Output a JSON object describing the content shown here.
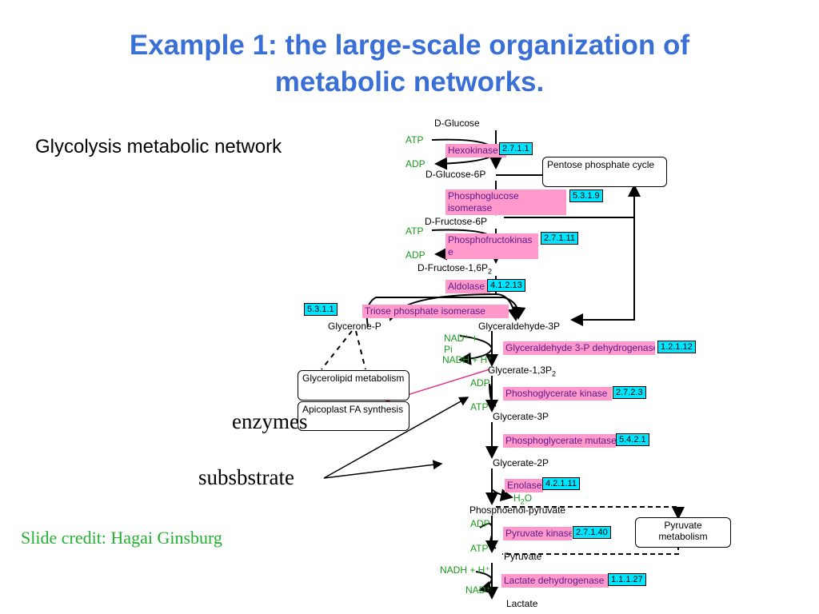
{
  "slide": {
    "title_line1": "Example 1: the large-scale organization of",
    "title_line2": "metabolic networks.",
    "subtitle": "Glycolysis metabolic network",
    "enzymes_label": "enzymes",
    "substrate_label": "subsbstrate",
    "credit": "Slide credit: Hagai Ginsburg"
  },
  "metabolites": {
    "d_glucose": "D-Glucose",
    "d_glucose_6p": "D-Glucose-6P",
    "d_fructose_6p": "D-Fructose-6P",
    "d_fructose_16p2": "D-Fructose-1,6P",
    "glycerone_p": "Glycerone-P",
    "glyceraldehyde_3p": "Glyceraldehyde-3P",
    "glycerate_13p2": "Glycerate-1,3P",
    "glycerate_3p": "Glycerate-3P",
    "glycerate_2p": "Glycerate-2P",
    "phosphoenol_pyruvate": "Phosphoenol-pyruvate",
    "pyruvate": "Pyruvate",
    "lactate": "Lactate",
    "subscript_2": "2"
  },
  "cofactors": {
    "atp1": "ATP",
    "adp1": "ADP",
    "atp2": "ATP",
    "adp2": "ADP",
    "nad_plus": "NAD⁺ +",
    "pi": "Pi",
    "nadh_h": "NADH + H⁺",
    "adp3": "ADP",
    "atp3": "ATP",
    "h2o": "H",
    "h2o_sub": "2",
    "h2o_tail": "O",
    "adp4": "ADP",
    "atp4": "ATP",
    "nadh_h2": "NADH + H⁺",
    "nad": "NAD⁺"
  },
  "enzymes": {
    "hexokinase": "Hexokinase",
    "phosphoglucose_isomerase": "Phosphoglucose isomerase",
    "phosphofructokinase": "Phosphofructokinase",
    "aldolase": "Aldolase",
    "triose_phosphate_isomerase": "Triose phosphate isomerase",
    "glyceraldehyde_3p_dehydrogenase": "Glyceraldehyde 3-P dehydrogenase",
    "phoshoglycerate_kinase": "Phoshoglycerate kinase",
    "phosphoglycerate_mutase": "Phosphoglycerate mutase",
    "enolase": "Enolase",
    "pyruvate_kinase": "Pyruvate kinase",
    "lactate_dehydrogenase": "Lactate dehydrogenase"
  },
  "ec_numbers": {
    "hexokinase": "2.7.1.1",
    "phosphoglucose_isomerase": "5.3.1.9",
    "phosphofructokinase": "2.7.1.11",
    "aldolase": "4.1.2.13",
    "triose_phosphate_isomerase": "5.3.1.1",
    "glyceraldehyde_3p_dehydrogenase": "1.2.1.12",
    "phoshoglycerate_kinase": "2.7.2.3",
    "phosphoglycerate_mutase": "5.4.2.1",
    "enolase": "4.2.1.11",
    "pyruvate_kinase": "2.7.1.40",
    "lactate_dehydrogenase": "1.1.1.27"
  },
  "pathways": {
    "pentose_phosphate": "Pentose phosphate cycle",
    "glycerolipid": "Glycerolipid metabolism",
    "apicoplast": "Apicoplast FA synthesis",
    "pyruvate_metabolism": "Pyruvate metabolism"
  },
  "colors": {
    "title": "#3a6fd6",
    "enzyme_fill": "#ff99cc",
    "ec_fill": "#00e5ff",
    "cofactor": "#1a9a1a",
    "credit": "#22b030",
    "pointer_line": "#e0338a"
  }
}
